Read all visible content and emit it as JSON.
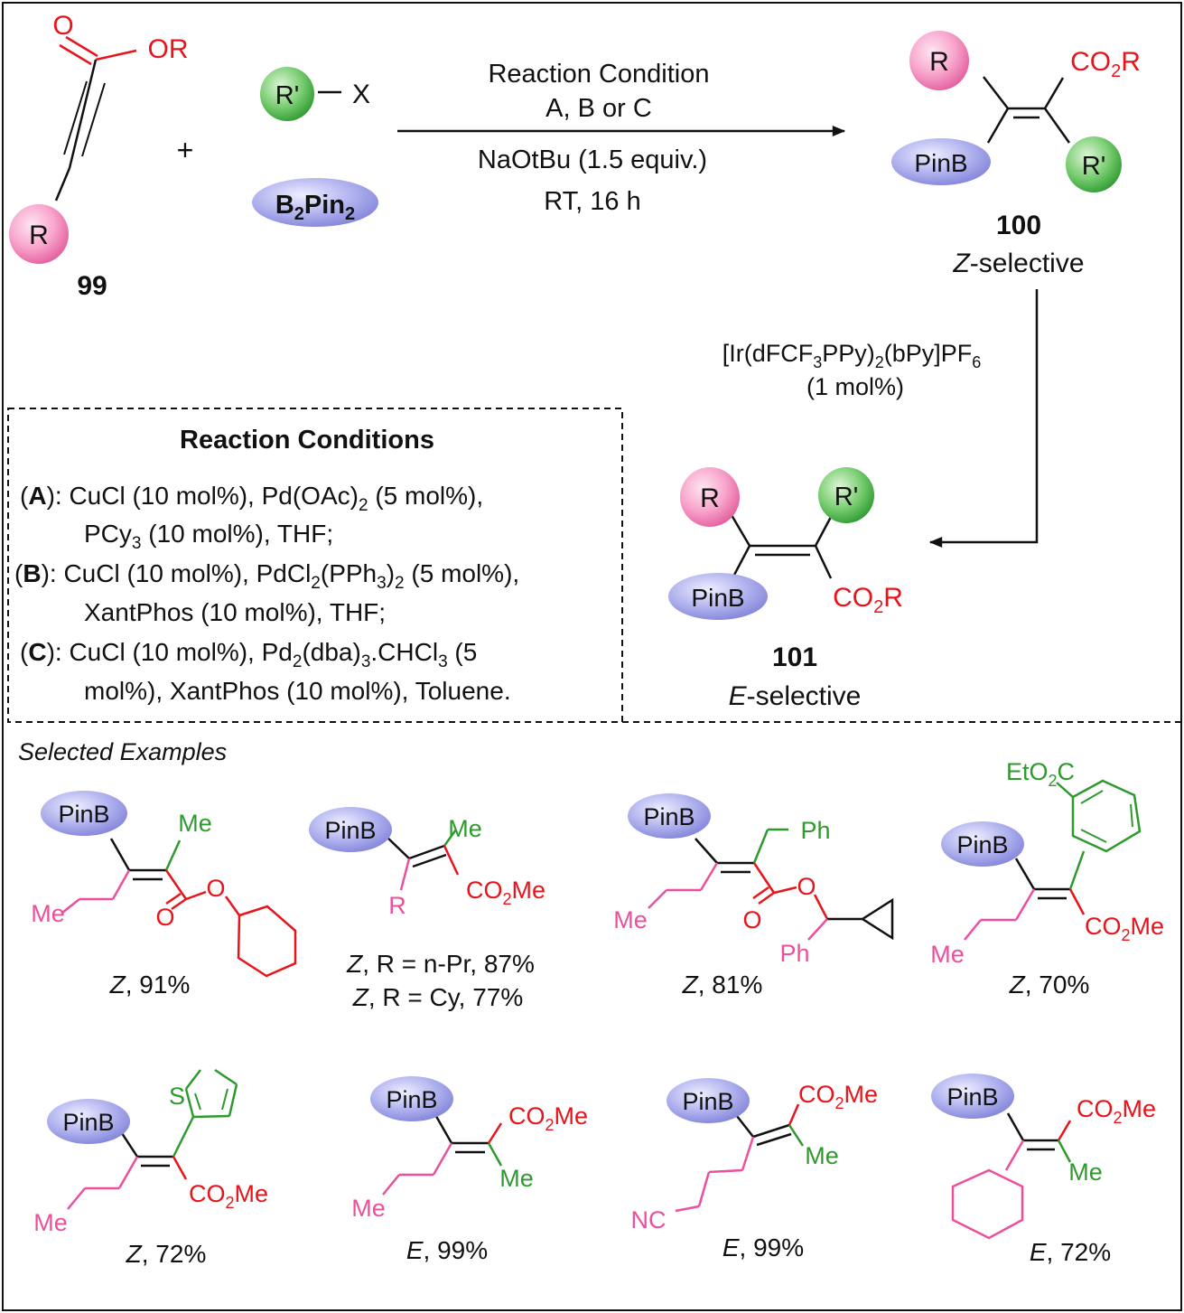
{
  "reaction": {
    "compound_99_label": "99",
    "ester_o": "O",
    "ester_or": "OR",
    "r_group": "R",
    "plus": "+",
    "rprime_group": "R'",
    "halide": "X",
    "b2pin2_b": "B",
    "b2pin2_sub2": "2",
    "b2pin2_pin": "Pin",
    "condition_line1": "Reaction Condition",
    "condition_line2": "A, B or C",
    "condition_line3": "NaOtBu (1.5 equiv.)",
    "condition_line4": "RT, 16 h",
    "product_100_label": "100",
    "product_100_sel_letter": "Z",
    "product_100_sel_rest": "-selective",
    "co2r_co": "CO",
    "co2r_sub": "2",
    "co2r_r": "R",
    "pinb": "PinB",
    "photocat_a": "[Ir(dFCF",
    "photocat_s1": "3",
    "photocat_b": "PPy)",
    "photocat_s2": "2",
    "photocat_c": "(bPy]PF",
    "photocat_s3": "6",
    "photocat_line2": "(1 mol%)",
    "product_101_label": "101",
    "product_101_sel_letter": "E",
    "product_101_sel_rest": "-selective"
  },
  "conditions_box": {
    "title": "Reaction Conditions",
    "A_letter": "A",
    "A_l1_a": "): CuCl (10 mol%), Pd(OAc)",
    "A_l1_s": "2",
    "A_l1_b": " (5 mol%),",
    "A_l2_a": "PCy",
    "A_l2_s": "3",
    "A_l2_b": " (10 mol%), THF;",
    "B_letter": "B",
    "B_l1_a": "): CuCl (10 mol%), PdCl",
    "B_l1_s1": "2",
    "B_l1_b": "(PPh",
    "B_l1_s2": "3",
    "B_l1_c": ")",
    "B_l1_s3": "2",
    "B_l1_d": " (5 mol%),",
    "B_l2": "XantPhos (10 mol%), THF;",
    "C_letter": "C",
    "C_l1_a": "): CuCl (10 mol%), Pd",
    "C_l1_s1": "2",
    "C_l1_b": "(dba)",
    "C_l1_s2": "3",
    "C_l1_c": ".CHCl",
    "C_l1_s3": "3",
    "C_l1_d": " (5",
    "C_l2": "mol%), XantPhos (10 mol%), Toluene."
  },
  "examples": {
    "heading": "Selected Examples",
    "ex1": {
      "yield_letter": "Z",
      "yield_rest": ", 91%",
      "me1": "Me",
      "me2": "Me",
      "o1": "O",
      "o2": "O"
    },
    "ex2": {
      "yield1_letter": "Z",
      "yield1_rest": ", R = n-Pr, 87%",
      "yield2_letter": "Z",
      "yield2_rest": ", R = Cy, 77%",
      "me": "Me",
      "r": "R",
      "co2me_co": "CO",
      "co2me_sub": "2",
      "co2me_me": "Me"
    },
    "ex3": {
      "yield_letter": "Z",
      "yield_rest": ", 81%",
      "ph1": "Ph",
      "ph2": "Ph",
      "me": "Me",
      "o1": "O",
      "o2": "O"
    },
    "ex4": {
      "yield_letter": "Z",
      "yield_rest": ", 70%",
      "eto2c_a": "EtO",
      "eto2c_sub": "2",
      "eto2c_b": "C",
      "me": "Me",
      "co2me_co": "CO",
      "co2me_sub": "2",
      "co2me_me": "Me"
    },
    "ex5": {
      "yield_letter": "Z",
      "yield_rest": ", 72%",
      "s": "S",
      "me": "Me",
      "co2me_co": "CO",
      "co2me_sub": "2",
      "co2me_me": "Me"
    },
    "ex6": {
      "yield_letter": "E",
      "yield_rest": ", 99%",
      "me1": "Me",
      "me2": "Me",
      "co2me_co": "CO",
      "co2me_sub": "2",
      "co2me_me": "Me"
    },
    "ex7": {
      "yield_letter": "E",
      "yield_rest": ", 99%",
      "nc": "NC",
      "me": "Me",
      "co2me_co": "CO",
      "co2me_sub": "2",
      "co2me_me": "Me"
    },
    "ex8": {
      "yield_letter": "E",
      "yield_rest": ", 72%",
      "me": "Me",
      "co2me_co": "CO",
      "co2me_sub": "2",
      "co2me_me": "Me"
    }
  },
  "colors": {
    "red": "#e8141b",
    "green": "#2e9a2e",
    "pink": "#ec4f9c",
    "blue_oval": "#a4a6ec",
    "black": "#111111"
  }
}
